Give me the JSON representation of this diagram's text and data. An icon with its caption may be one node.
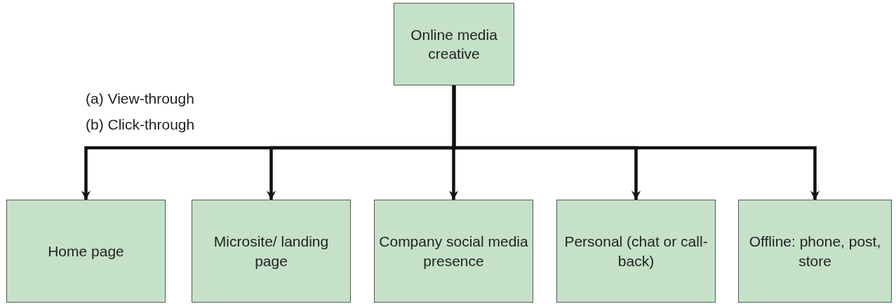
{
  "diagram": {
    "nodes": [
      {
        "text": [
          "Online media creative"
        ]
      },
      {
        "text": [
          "Home page"
        ]
      },
      {
        "text": [
          "Microsite/ landing page"
        ]
      },
      {
        "text": [
          "Company social media presence"
        ]
      },
      {
        "text": [
          "Personal (chat or call-back)"
        ]
      },
      {
        "text": [
          "Offline: phone, post, store"
        ]
      }
    ],
    "edges": [
      {
        "from": 0,
        "to": 1,
        "arrow": "to"
      },
      {
        "from": 0,
        "to": 2,
        "arrow": "to"
      },
      {
        "from": 0,
        "to": 3,
        "arrow": "to"
      },
      {
        "from": 0,
        "to": 4,
        "arrow": "to"
      },
      {
        "from": 0,
        "to": 5,
        "arrow": "to"
      }
    ],
    "labels": [
      "(a) View-through",
      "(b) Click-through"
    ]
  }
}
